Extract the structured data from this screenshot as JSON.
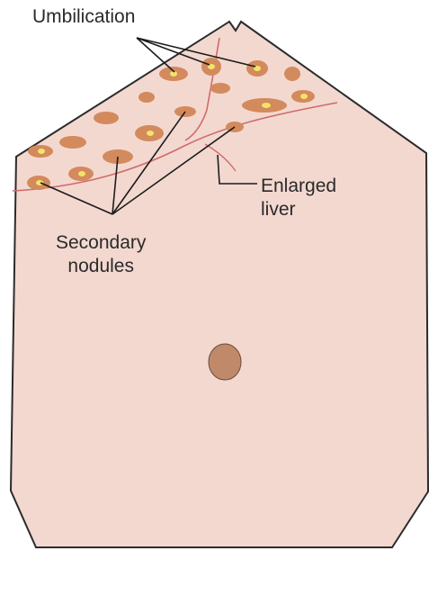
{
  "labels": {
    "umbilication": "Umbilication",
    "enlarged_liver": "Enlarged\nliver",
    "secondary_nodules": "Secondary\nnodules"
  },
  "colors": {
    "skin": "#f3d8d0",
    "outline": "#2b2b2b",
    "liver_edge": "#d06b6b",
    "nodule": "#d38a5c",
    "umbilication_core": "#f4e36b",
    "umbilicus": "#c08a6a",
    "leader": "#1c1c1c"
  }
}
